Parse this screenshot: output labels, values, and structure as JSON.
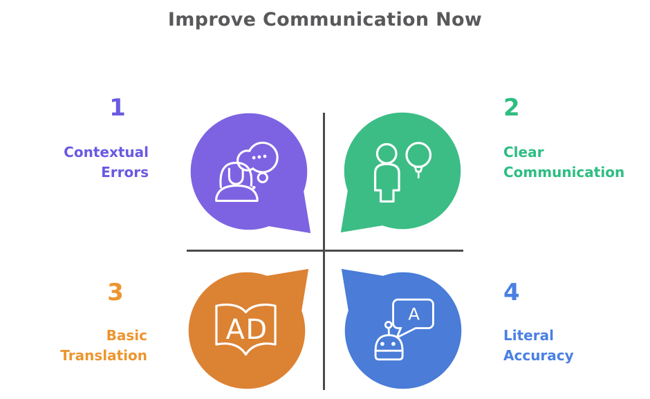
{
  "title": "Improve Communication Now",
  "title_color": "#59595b",
  "divider_color": "#4a4a4a",
  "quadrants": [
    {
      "number": "1",
      "lines": [
        "Contextual",
        "Errors"
      ],
      "accent_color": "#6a5ae0",
      "bubble_color": "#7d63e2",
      "icon": "woman-thinking-speech-bubble"
    },
    {
      "number": "2",
      "lines": [
        "Clear",
        "Communication"
      ],
      "accent_color": "#2ebd82",
      "bubble_color": "#3cbd85",
      "icon": "person-balloon-speech-bubble"
    },
    {
      "number": "3",
      "lines": [
        "Basic",
        "Translation"
      ],
      "accent_color": "#ec9530",
      "bubble_color": "#dc8233",
      "icon": "open-book-ad-speech-bubble"
    },
    {
      "number": "4",
      "lines": [
        "Literal",
        "Accuracy"
      ],
      "accent_color": "#4a80e4",
      "bubble_color": "#4a7cd8",
      "icon": "robot-translation-speech-bubble"
    }
  ],
  "icon_letters": {
    "book_a": "A",
    "book_d": "D",
    "chat_a": "A"
  }
}
